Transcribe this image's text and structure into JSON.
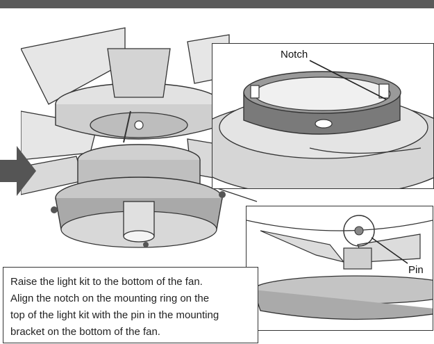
{
  "callouts": {
    "notch": "Notch",
    "pin": "Pin"
  },
  "caption": {
    "lines": [
      "Raise the light kit to the bottom of the fan.",
      "Align the notch on the mounting ring on the",
      "top of the light kit with the pin in the mounting",
      "bracket on the bottom of the fan."
    ]
  },
  "colors": {
    "line": "#333333",
    "metal": "#bdbdbd",
    "dark_ring": "#666666",
    "arrow": "#555555"
  }
}
